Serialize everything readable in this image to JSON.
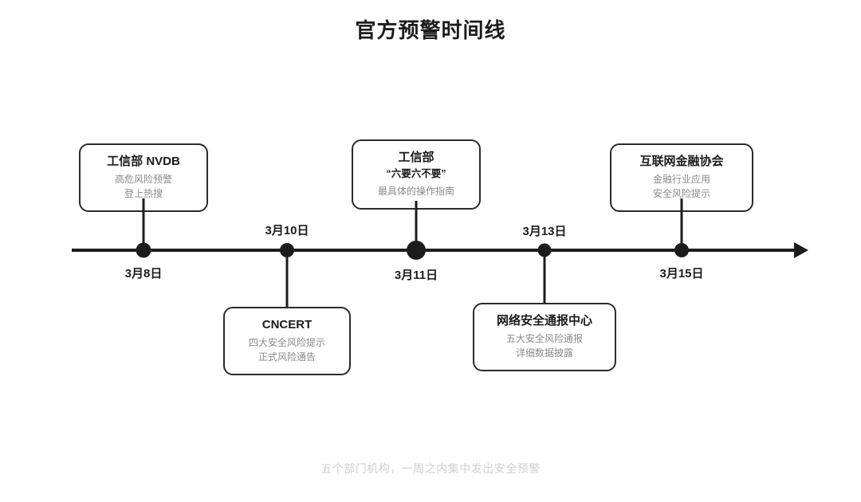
{
  "page": {
    "title": "官方预警时间线",
    "footer_note": "五个部门机构，一周之内集中发出安全预警"
  },
  "chart_data": {
    "type": "timeline",
    "title": "官方预警时间线",
    "caption": "五个部门机构，一周之内集中发出安全预警",
    "axis": {
      "orientation": "horizontal",
      "direction": "left-to-right",
      "arrow_end": "right",
      "color": "#1c1c1c"
    },
    "events": [
      {
        "date": "3月8日",
        "date_position": "below",
        "card_position": "above",
        "org": "工信部 NVDB",
        "subtitle": "",
        "desc_lines": [
          "高危风险预警",
          "登上热搜"
        ],
        "dot_size": 19
      },
      {
        "date": "3月10日",
        "date_position": "above",
        "card_position": "below",
        "org": "CNCERT",
        "subtitle": "",
        "desc_lines": [
          "四大安全风险提示",
          "正式风险通告"
        ],
        "dot_size": 18
      },
      {
        "date": "3月11日",
        "date_position": "below",
        "card_position": "above",
        "org": "工信部",
        "subtitle": "“六要六不要”",
        "desc_lines": [
          "最具体的操作指南"
        ],
        "dot_size": 24
      },
      {
        "date": "3月13日",
        "date_position": "above",
        "card_position": "below",
        "org": "网络安全通报中心",
        "subtitle": "",
        "desc_lines": [
          "五大安全风险通报",
          "详细数据披露"
        ],
        "dot_size": 17
      },
      {
        "date": "3月15日",
        "date_position": "below",
        "card_position": "above",
        "org": "互联网金融协会",
        "subtitle": "",
        "desc_lines": [
          "金融行业应用",
          "安全风险提示"
        ],
        "dot_size": 18
      }
    ],
    "colors": {
      "line": "#1c1c1c",
      "card_border": "#2b2b2b",
      "title_text": "#1a1a1a",
      "desc_text": "#8a8a8a",
      "caption_text": "#cfcfcf",
      "background": "#ffffff"
    }
  }
}
